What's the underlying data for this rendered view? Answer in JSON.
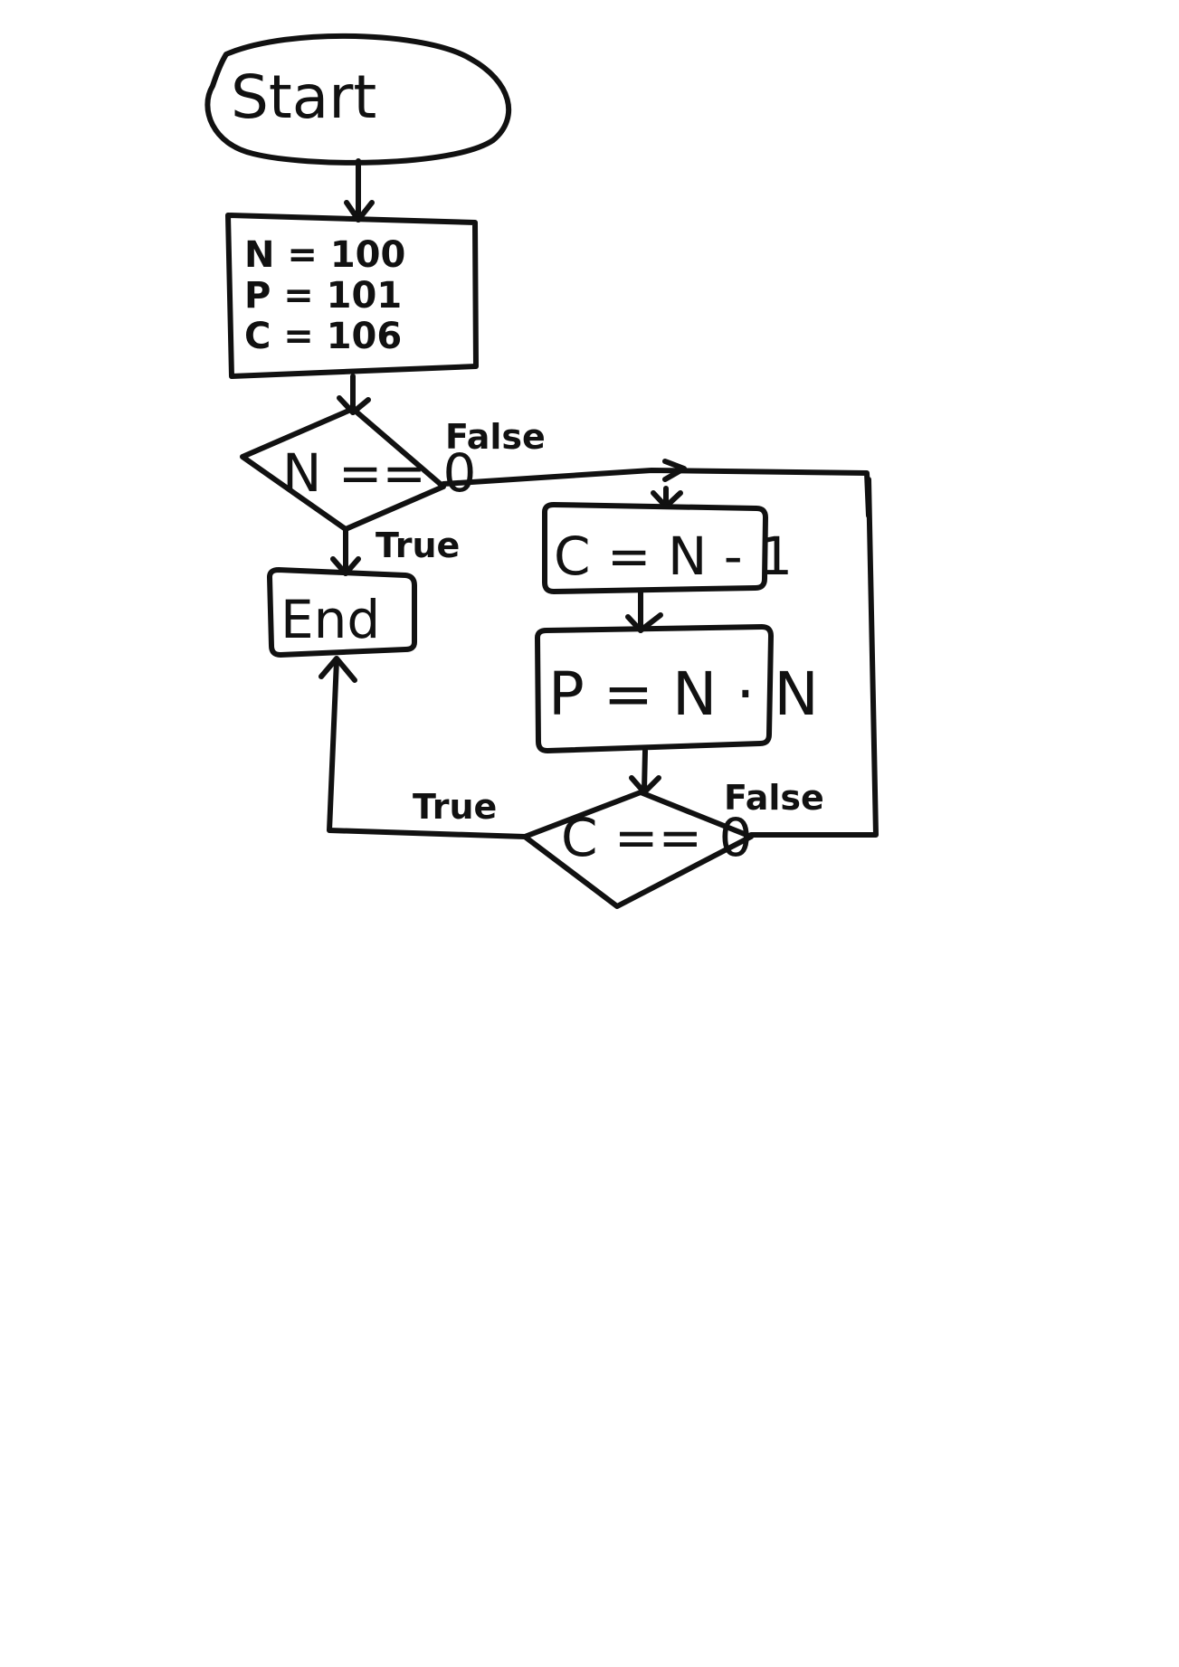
{
  "nodes": {
    "start": {
      "label": "Start"
    },
    "init": {
      "lines": [
        "N = 100",
        "P = 101",
        "C = 106"
      ]
    },
    "decision_n": {
      "label": "N == 0"
    },
    "end": {
      "label": "End"
    },
    "step_c": {
      "label": "C = N - 1"
    },
    "step_p": {
      "label": "P = N · N"
    },
    "decision_c": {
      "label": "C == 0"
    }
  },
  "edges": {
    "n_true": "True",
    "n_false": "False",
    "c_true": "True",
    "c_false": "False"
  }
}
